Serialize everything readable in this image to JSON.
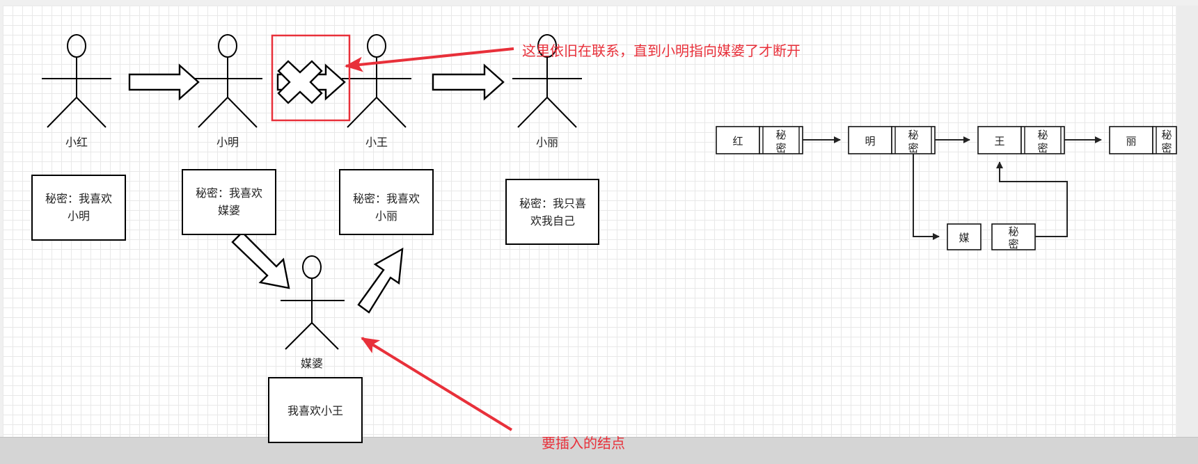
{
  "colors": {
    "annotation": "#e8303a",
    "stroke": "#000000",
    "grid": "#e8e8e8"
  },
  "actors": [
    {
      "id": "xiaohong",
      "label": "小红",
      "secret": [
        "秘密：我喜欢",
        "小明"
      ]
    },
    {
      "id": "xiaoming",
      "label": "小明",
      "secret": [
        "秘密：我喜欢",
        "媒婆"
      ]
    },
    {
      "id": "xiaowang",
      "label": "小王",
      "secret": [
        "秘密：我喜欢",
        "小丽"
      ]
    },
    {
      "id": "xiaoli",
      "label": "小丽",
      "secret": [
        "秘密：我只喜",
        "欢我自己"
      ]
    },
    {
      "id": "meipo",
      "label": "媒婆",
      "secret": [
        "我喜欢小王"
      ]
    }
  ],
  "annotations": {
    "top": "这里依旧在联系，直到小明指向媒婆了才断开",
    "bottom": "要插入的结点"
  },
  "linked_list": {
    "nodes": [
      {
        "id": "hong",
        "data": "红",
        "next": "秘密"
      },
      {
        "id": "ming",
        "data": "明",
        "next": "秘密"
      },
      {
        "id": "wang",
        "data": "王",
        "next": "秘密"
      },
      {
        "id": "li",
        "data": "丽",
        "next": "秘密"
      },
      {
        "id": "mei",
        "data": "媒",
        "next": "秘密"
      }
    ]
  }
}
